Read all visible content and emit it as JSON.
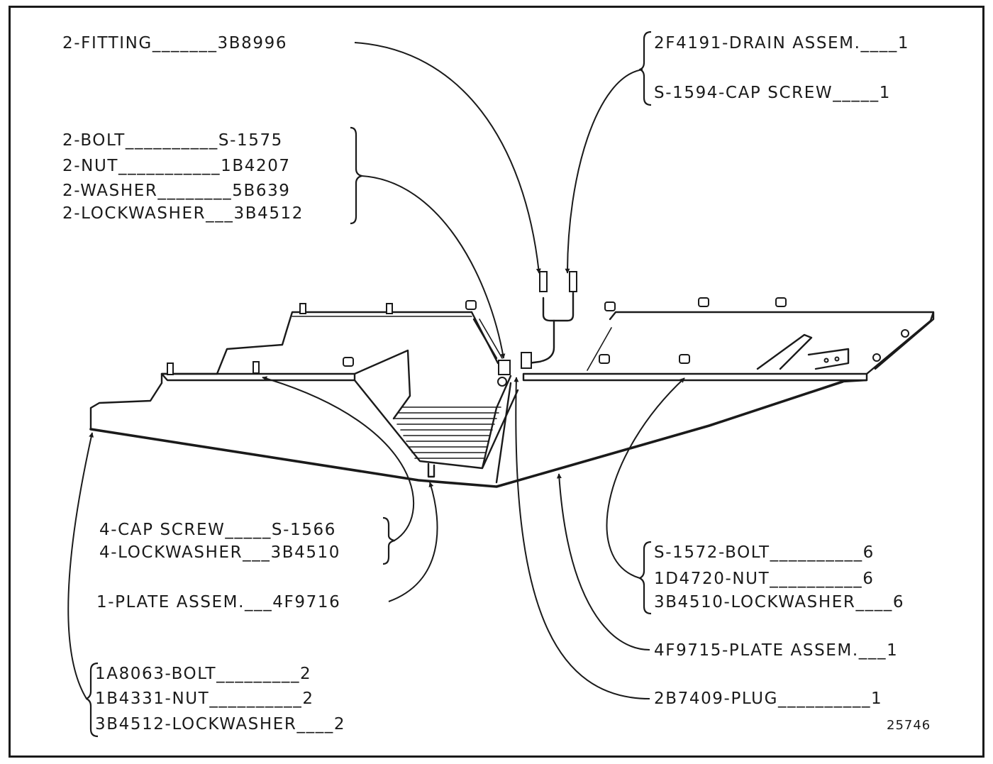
{
  "callouts": {
    "fitting": {
      "line": "2-FITTING_______3B8996"
    },
    "drain_group": [
      "2F4191-DRAIN ASSEM.____1",
      "S-1594-CAP SCREW_____1"
    ],
    "bolt_group": [
      "2-BOLT__________S-1575",
      "2-NUT___________1B4207",
      "2-WASHER________5B639",
      "2-LOCKWASHER___3B4512"
    ],
    "capscrew_group": [
      "4-CAP SCREW_____S-1566",
      "4-LOCKWASHER___3B4510"
    ],
    "plate_left": {
      "line": "1-PLATE ASSEM.___4F9716"
    },
    "bolt6_group": [
      "S-1572-BOLT__________6",
      "1D4720-NUT__________6",
      "3B4510-LOCKWASHER____6"
    ],
    "plate_right": {
      "line": "4F9715-PLATE ASSEM.___1"
    },
    "plug": {
      "line": "2B7409-PLUG__________1"
    },
    "bolt2_group": [
      "1A8063-BOLT_________2",
      "1B4331-NUT__________2",
      "3B4512-LOCKWASHER____2"
    ]
  },
  "drawing_number": "25746",
  "colors": {
    "ink": "#1a1a1a",
    "paper": "#ffffff"
  }
}
